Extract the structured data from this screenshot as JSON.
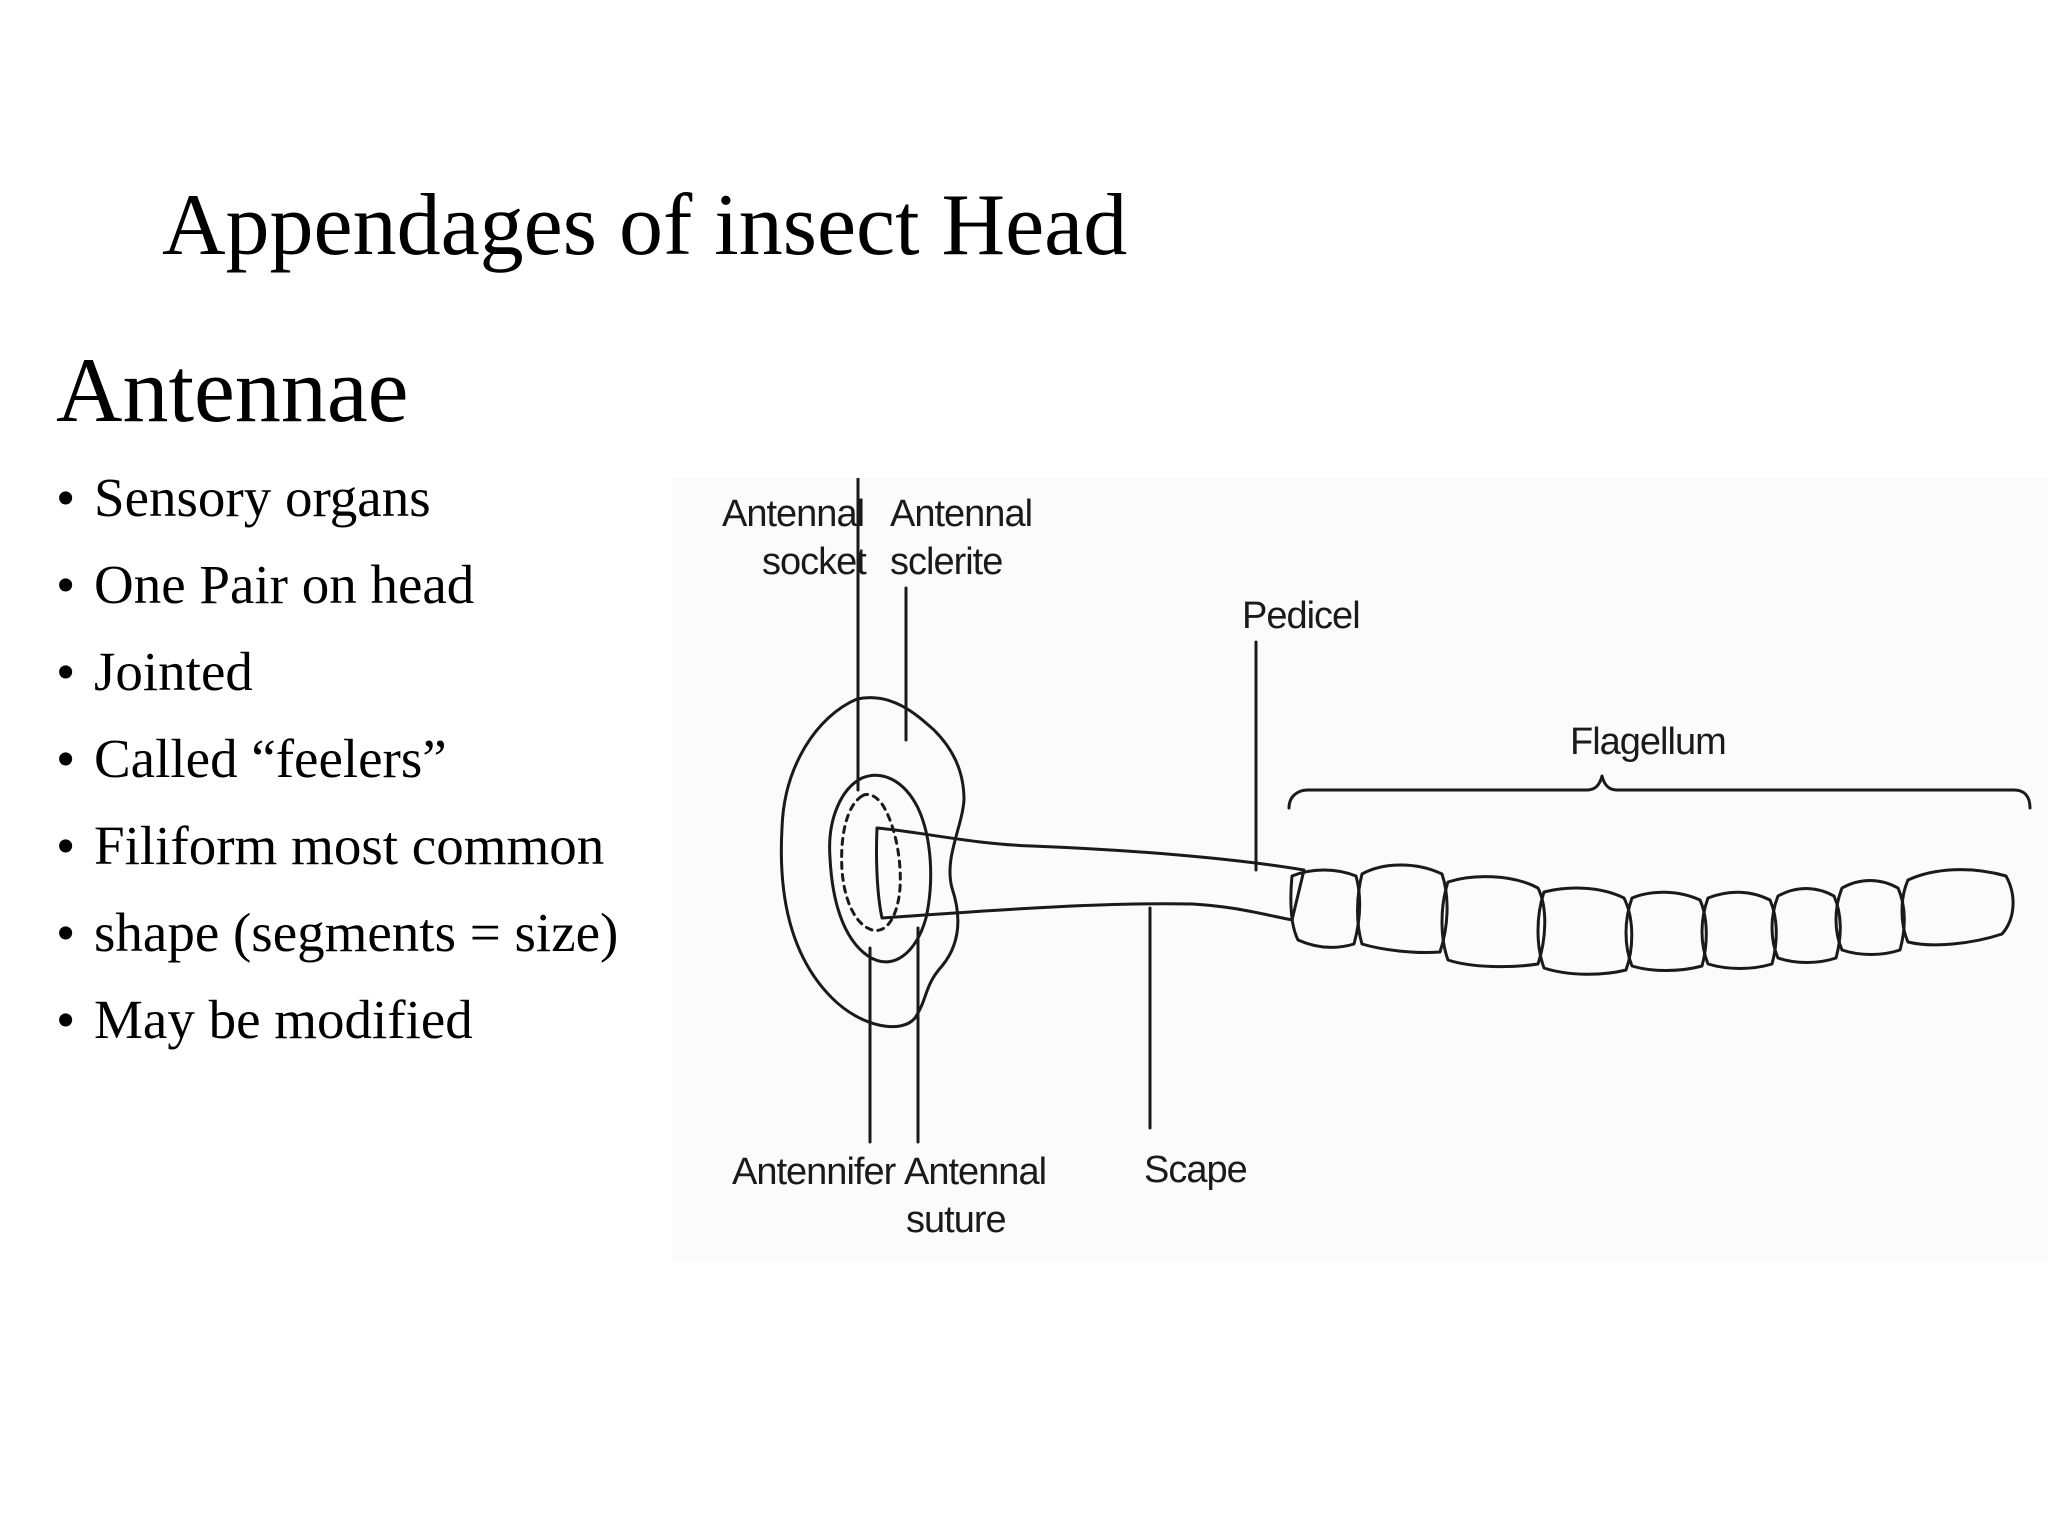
{
  "slide": {
    "title": "Appendages of insect Head",
    "heading": "Antennae",
    "bullet_marker": "•",
    "bullets": [
      "Sensory organs",
      "One Pair on head",
      "Jointed",
      "Called “feelers”",
      "Filiform most common",
      "shape (segments = size)",
      "May be modified"
    ]
  },
  "diagram": {
    "labels": {
      "antennal_socket_line1": "Antennal",
      "antennal_socket_line2": "socket",
      "antennal_sclerite_line1": "Antennal",
      "antennal_sclerite_line2": "sclerite",
      "pedicel": "Pedicel",
      "flagellum": "Flagellum",
      "antennifer": "Antennifer",
      "antennal_suture_line1": "Antennal",
      "antennal_suture_line2": "suture",
      "scape": "Scape"
    }
  }
}
